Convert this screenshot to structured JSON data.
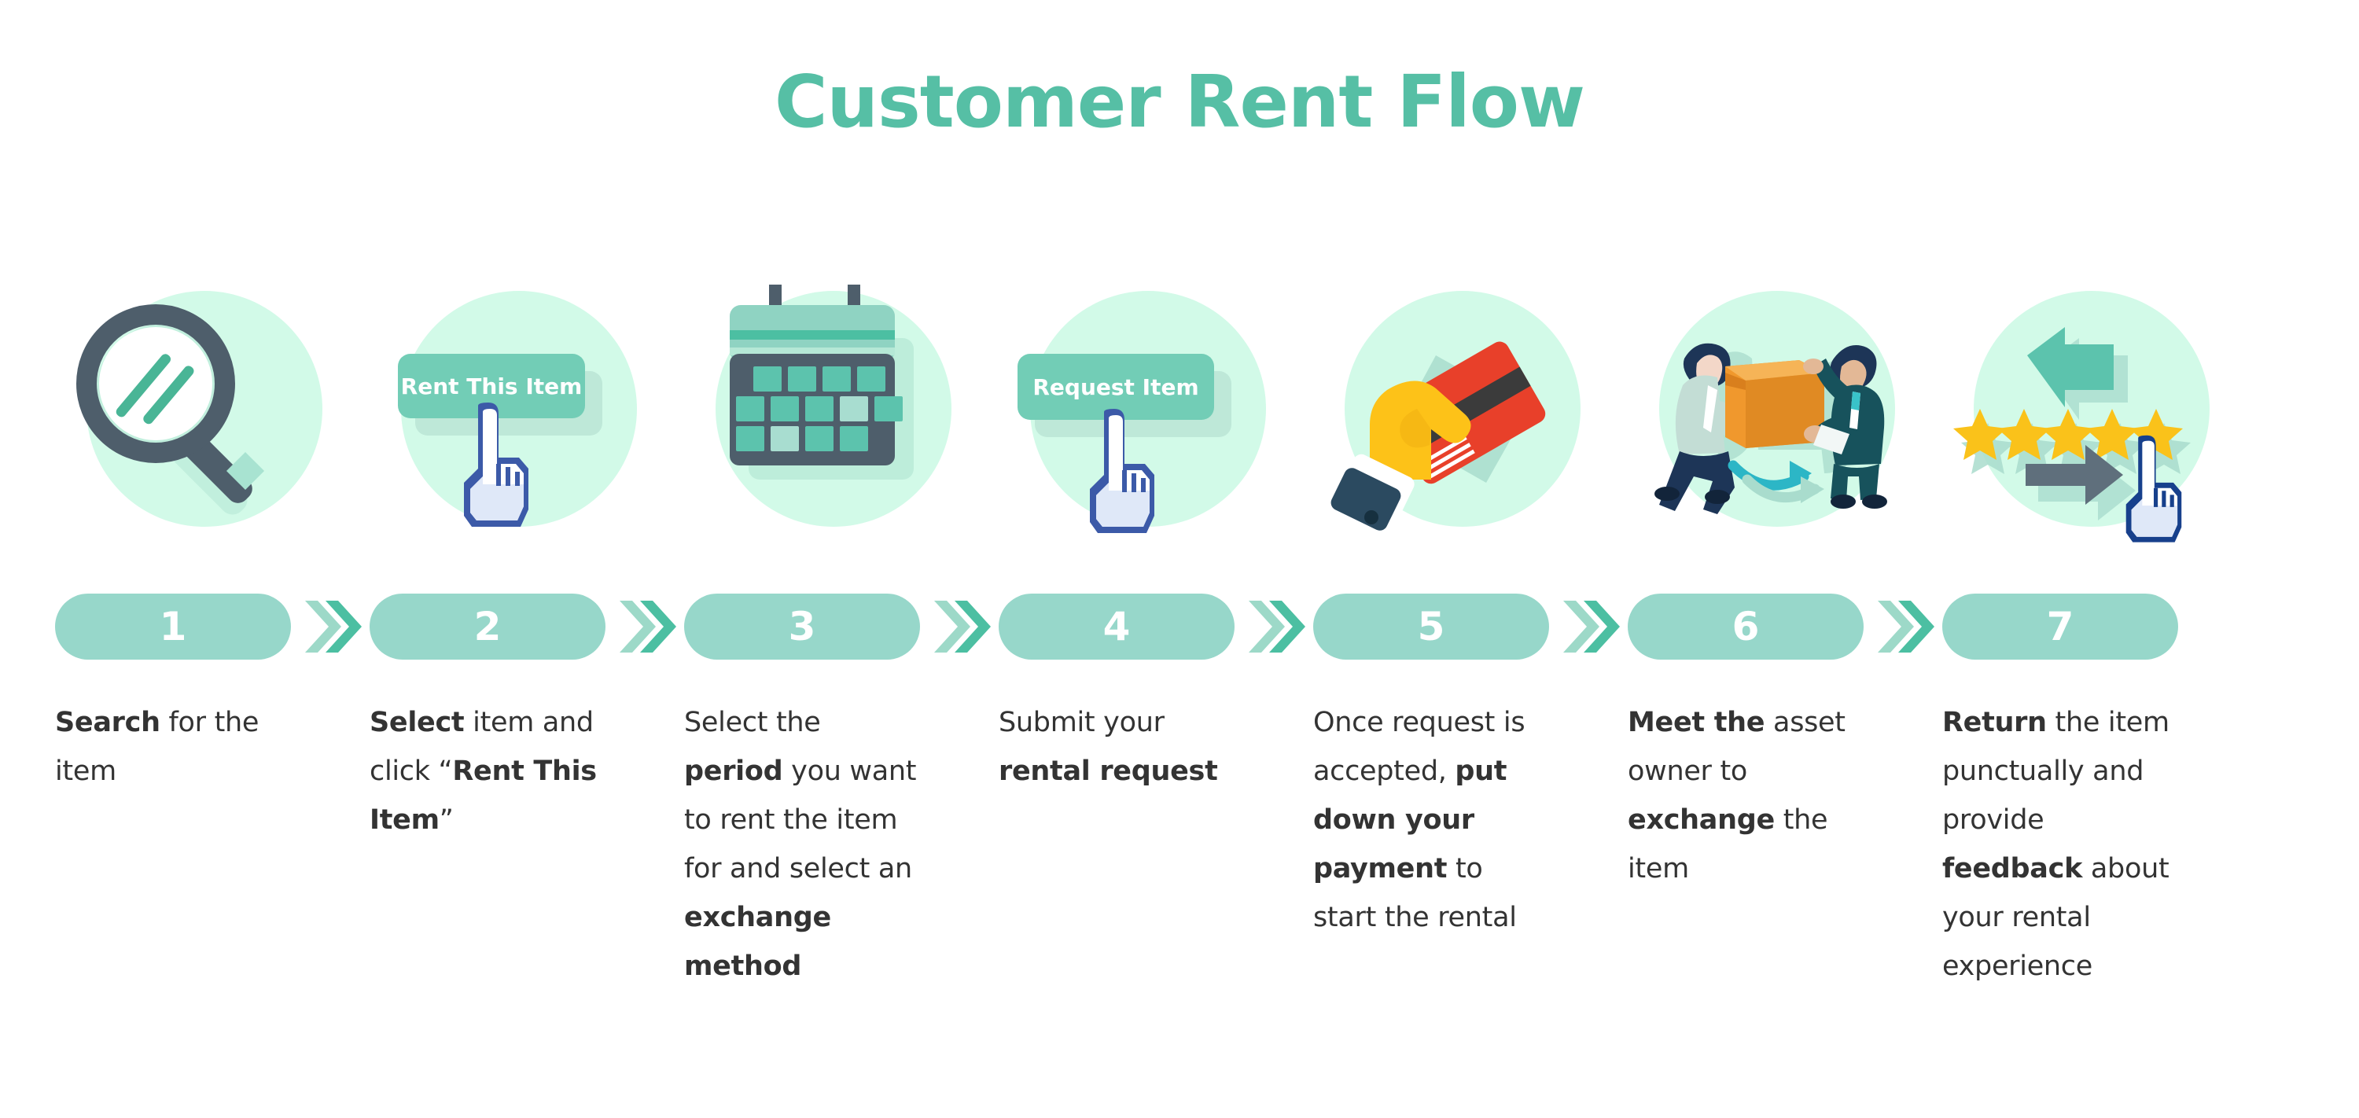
{
  "title": "Customer Rent Flow",
  "colors": {
    "title_teal": "#56bfa5",
    "circle_mint": "#d2fae8",
    "pill_teal": "#97d7ca",
    "chevron_light": "#9dd9c8",
    "chevron_dark": "#4cbfa2",
    "button_teal": "#72cdb6",
    "text_dark": "#333333",
    "slate": "#4e5e6b",
    "star_gold": "#fac21a",
    "card_red": "#e8402a",
    "hand_yellow": "#fdc218",
    "box_orange": "#f0982d",
    "cursor_blue": "#3c5aa8"
  },
  "steps": [
    {
      "number": "1",
      "icon": "magnifier-icon",
      "caption_parts": [
        {
          "text": "Search",
          "bold": true
        },
        {
          "text": " for the item",
          "bold": false
        }
      ]
    },
    {
      "number": "2",
      "icon": "rent-this-item-button-icon",
      "button_label": "Rent This Item",
      "caption_parts": [
        {
          "text": "Select",
          "bold": true
        },
        {
          "text": " item and click “",
          "bold": false
        },
        {
          "text": "Rent This Item",
          "bold": true
        },
        {
          "text": "”",
          "bold": false
        }
      ]
    },
    {
      "number": "3",
      "icon": "calendar-icon",
      "caption_parts": [
        {
          "text": "Select the ",
          "bold": false
        },
        {
          "text": "period",
          "bold": true
        },
        {
          "text": " you want to rent the item for and select an ",
          "bold": false
        },
        {
          "text": "exchange method",
          "bold": true
        }
      ]
    },
    {
      "number": "4",
      "icon": "request-item-button-icon",
      "button_label": "Request Item",
      "caption_parts": [
        {
          "text": "Submit your ",
          "bold": false
        },
        {
          "text": "rental request",
          "bold": true
        }
      ]
    },
    {
      "number": "5",
      "icon": "hand-holding-credit-card-icon",
      "caption_parts": [
        {
          "text": "Once request is accepted, ",
          "bold": false
        },
        {
          "text": "put down your payment",
          "bold": true
        },
        {
          "text": " to start the rental",
          "bold": false
        }
      ]
    },
    {
      "number": "6",
      "icon": "people-exchanging-box-icon",
      "caption_parts": [
        {
          "text": "Meet the",
          "bold": true
        },
        {
          "text": " asset owner to ",
          "bold": false
        },
        {
          "text": "exchange",
          "bold": true
        },
        {
          "text": " the item",
          "bold": false
        }
      ]
    },
    {
      "number": "7",
      "icon": "return-rating-stars-icon",
      "star_count": 5,
      "caption_parts": [
        {
          "text": "Return",
          "bold": true
        },
        {
          "text": " the item punctually and provide ",
          "bold": false
        },
        {
          "text": "feedback",
          "bold": true
        },
        {
          "text": " about your rental experience",
          "bold": false
        }
      ]
    }
  ]
}
